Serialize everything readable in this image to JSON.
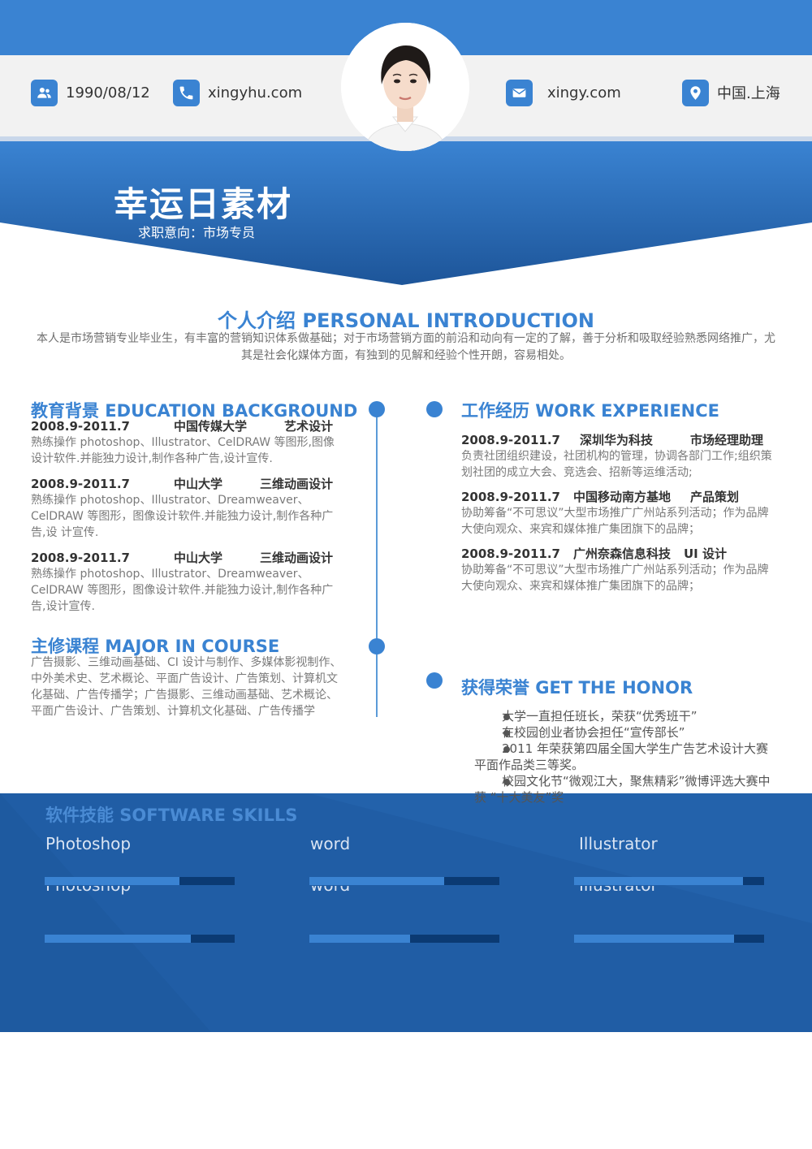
{
  "header": {
    "birthdate": "1990/08/12",
    "website": "xingyhu.com",
    "email": "xingy.com",
    "location": "中国.上海",
    "name": "幸运日素材",
    "job_intent": "求职意向：市场专员",
    "icons": [
      "user-icon",
      "phone-icon",
      "mail-icon",
      "location-pin-icon"
    ]
  },
  "intro": {
    "title": "个人介绍  PERSONAL INTRODUCTION",
    "text": "本人是市场营销专业毕业生，有丰富的营销知识体系做基础；对于市场营销方面的前沿和动向有一定的了解，善于分析和吸取经验熟悉网络推广，尤其是社会化媒体方面，有独到的见解和经验个性开朗，容易相处。"
  },
  "education": {
    "title": "教育背景  EDUCATION  BACKGROUND",
    "entries": [
      {
        "period": "2008.9-2011.7",
        "school": "中国传媒大学",
        "major": "艺术设计",
        "desc": "熟练操作 photoshop、Illustrator、CelDRAW 等图形,图像设计软件.并能独力设计,制作各种广告,设计宣传."
      },
      {
        "period": "2008.9-2011.7",
        "school": "中山大学",
        "major": "三维动画设计",
        "desc": "熟练操作 photoshop、Illustrator、Dreamweaver、CelDRAW 等图形，图像设计软件.并能独力设计,制作各种广告,设  计宣传."
      },
      {
        "period": "2008.9-2011.7",
        "school": "中山大学",
        "major": "三维动画设计",
        "desc": "熟练操作 photoshop、Illustrator、Dreamweaver、CelDRAW 等图形，图像设计软件.并能独力设计,制作各种广告,设计宣传."
      }
    ]
  },
  "course": {
    "title": "主修课程  MAJOR IN COURSE",
    "text": "广告摄影、三维动画基础、CI 设计与制作、多媒体影视制作、中外美术史、艺术概论、平面广告设计、广告策划、计算机文化基础、广告传播学；广告摄影、三维动画基础、艺术概论、平面广告设计、广告策划、计算机文化基础、广告传播学"
  },
  "work": {
    "title": "工作经历  WORK EXPERIENCE",
    "entries": [
      {
        "period": "2008.9-2011.7",
        "company": "深圳华为科技",
        "role": "市场经理助理",
        "desc": "负责社团组织建设，社团机构的管理，协调各部门工作;组织策划社团的成立大会、竞选会、招新等运维活动;"
      },
      {
        "period": "2008.9-2011.7",
        "company": "中国移动南方基地",
        "role": "产品策划",
        "desc": "协助筹备“不可思议”大型市场推广广州站系列活动；作为品牌大使向观众、来宾和媒体推广集团旗下的品牌；"
      },
      {
        "period": "2008.9-2011.7",
        "company": "广州奈森信息科技",
        "role": "UI 设计",
        "desc": "协助筹备“不可思议”大型市场推广广州站系列活动；作为品牌大使向观众、来宾和媒体推广集团旗下的品牌；"
      }
    ]
  },
  "honor": {
    "title": "获得荣誉  GET THE HONOR",
    "items": [
      "大学一直担任班长，荣获“优秀班干”",
      "在校园创业者协会担任“宣传部长”",
      "2011 年荣获第四届全国大学生广告艺术设计大赛平面作品类三等奖。",
      "校园文化节“微观江大，聚焦精彩”微博评选大赛中获 “十大美友”奖"
    ]
  },
  "skills": {
    "title": "软件技能  SOFTWARE SKILLS",
    "items": [
      {
        "name": "Photoshop",
        "level": 0.71
      },
      {
        "name": "word",
        "level": 0.71
      },
      {
        "name": "Illustrator",
        "level": 0.89
      }
    ],
    "second_row_levels": [
      0.77,
      0.53,
      0.84
    ]
  },
  "colors": {
    "primary": "#3a83d2",
    "dark": "#1d5599",
    "text": "#6f6f6f"
  }
}
